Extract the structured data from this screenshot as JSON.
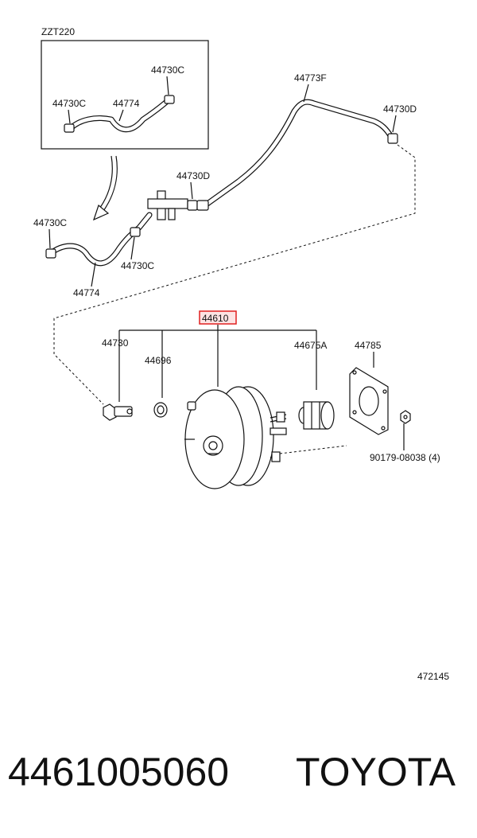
{
  "inset": {
    "model": "ZZT220"
  },
  "labels": {
    "inset_clamp_top": "44730C",
    "inset_clamp_left": "44730C",
    "inset_hose": "44774",
    "hose_upper": "44773F",
    "clamp_right": "44730D",
    "clamp_mid": "44730D",
    "clamp_left": "44730C",
    "clamp_lower": "44730C",
    "hose_lower": "44774",
    "booster": "44610",
    "check_valve": "44730",
    "grommet": "44696",
    "boot": "44675A",
    "gasket": "44785",
    "nut": "90179-08038 (4)",
    "diagram_no": "472145"
  },
  "footer": {
    "part_number": "4461005060",
    "brand": "TOYOTA"
  },
  "colors": {
    "highlight": "#e02020",
    "highlight_fill": "#fde3e3",
    "line": "#111111"
  }
}
